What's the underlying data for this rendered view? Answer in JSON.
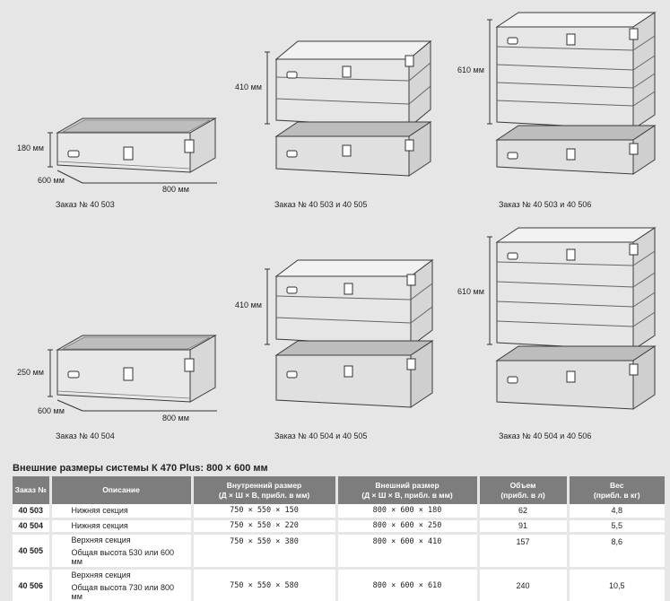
{
  "illustrations": [
    {
      "id": "a",
      "height_label": "180 мм",
      "depth_label": "600 мм",
      "width_label": "800 мм",
      "caption": "Заказ №  40 503"
    },
    {
      "id": "b",
      "height_label": "410 мм",
      "caption": "Заказ №  40 503 и 40 505"
    },
    {
      "id": "c",
      "height_label": "610 мм",
      "caption": "Заказ №  40 503 и 40 506"
    },
    {
      "id": "d",
      "height_label": "250 мм",
      "depth_label": "600 мм",
      "width_label": "800 мм",
      "caption": "Заказ №  40 504"
    },
    {
      "id": "e",
      "height_label": "410 мм",
      "caption": "Заказ №  40 504 и 40 505"
    },
    {
      "id": "f",
      "height_label": "610 мм",
      "caption": "Заказ №  40 504 и 40 506"
    }
  ],
  "table": {
    "title": "Внешние размеры системы К 470 Plus: 800 × 600 мм",
    "headers": {
      "order": "Заказ №",
      "description": "Описание",
      "inner_line1": "Внутренний размер",
      "inner_line2": "(Д × Ш × В, прибл. в мм)",
      "outer_line1": "Внешний размер",
      "outer_line2": "(Д × Ш × В, прибл. в мм)",
      "volume_line1": "Объем",
      "volume_line2": "(прибл. в л)",
      "weight_line1": "Вес",
      "weight_line2": "(прибл. в кг)"
    },
    "rows": [
      {
        "order": "40 503",
        "description": "Нижняя секция",
        "description_sub": "",
        "inner": "750 × 550 × 150",
        "outer": "800 × 600 × 180",
        "volume": "62",
        "weight": "4,8"
      },
      {
        "order": "40 504",
        "description": "Нижняя секция",
        "description_sub": "",
        "inner": "750 × 550 × 220",
        "outer": "800 × 600 × 250",
        "volume": "91",
        "weight": "5,5"
      },
      {
        "order": "40 505",
        "description": "Верхняя секция",
        "description_sub": "Общая высота 530 или 600 мм",
        "inner": "750 × 550 × 380",
        "outer": "800 × 600 × 410",
        "volume": "157",
        "weight": "8,6"
      },
      {
        "order": "40 506",
        "description": "Верхняя секция",
        "description_sub": "Общая высота 730 или 800 мм",
        "inner": "750 × 550 × 580",
        "outer": "800 × 600 × 610",
        "volume": "240",
        "weight": "10,5"
      }
    ]
  },
  "colors": {
    "background": "#e6e6e6",
    "header_bg": "#7d7d7d",
    "metal_light": "#f4f4f4",
    "metal_mid": "#d2d2d2",
    "metal_dark": "#9a9a9a",
    "outline": "#3a3a3a"
  },
  "icons": [
    "case-open-tray-icon",
    "case-stacked-icon",
    "latch-icon",
    "handle-icon"
  ]
}
